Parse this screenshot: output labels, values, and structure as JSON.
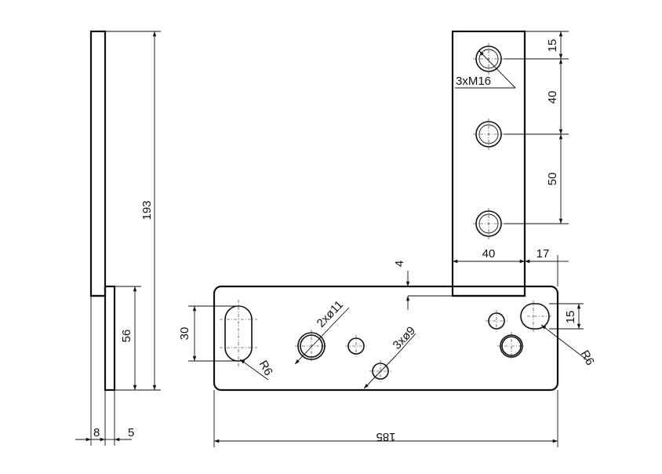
{
  "dimensions": {
    "side_height": "193",
    "side_lower_height": "56",
    "side_thickness_a": "8",
    "side_thickness_b": "5",
    "base_length": "185",
    "slot_length": "30",
    "slot_radius": "R6",
    "slot_radius_right": "R6",
    "base_slot_height": "15",
    "hole_2x11": "2xø11",
    "hole_3x9": "3xø9",
    "thread_3xM16": "3xM16",
    "top_offset": "15",
    "hole_spacing_40": "40",
    "hole_spacing_50": "50",
    "arm_width": "40",
    "arm_offset": "17",
    "gap_4": "4"
  }
}
